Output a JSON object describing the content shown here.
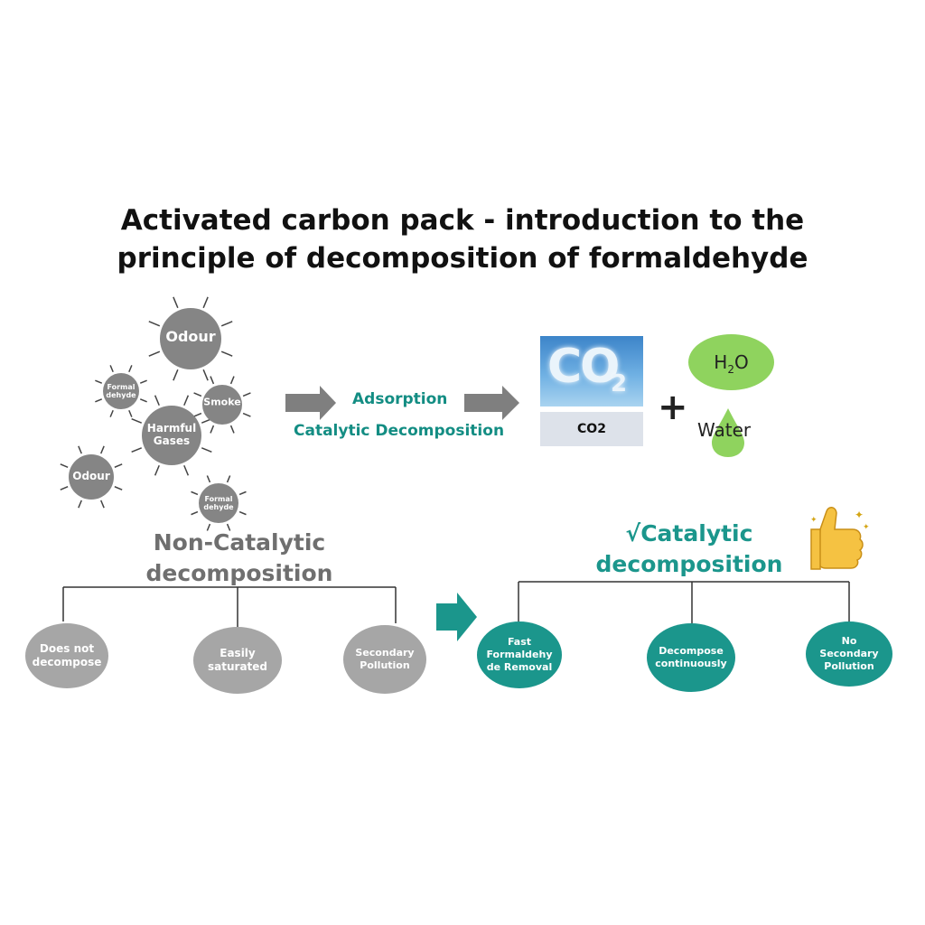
{
  "title": {
    "line1": "Activated carbon pack - introduction to the",
    "line2": "principle of decomposition of formaldehyde"
  },
  "gases": {
    "odour_large": "Odour",
    "formaldehyde_left_1": "Formal",
    "formaldehyde_left_2": "dehyde",
    "harmful_1": "Harmful",
    "harmful_2": "Gases",
    "smoke": "Smoke",
    "odour_small": "Odour",
    "formaldehyde_low_1": "Formal",
    "formaldehyde_low_2": "dehyde"
  },
  "process": {
    "adsorption": "Adsorption",
    "catalytic": "Catalytic Decomposition"
  },
  "products": {
    "co2_picture_text": "CO",
    "co2_picture_sub": "2",
    "co2_label": "CO2",
    "plus": "+",
    "h2o_main": "H",
    "h2o_sub": "2",
    "h2o_tail": "O",
    "water": "Water"
  },
  "non_catalytic": {
    "heading_1": "Non-Catalytic",
    "heading_2": "decomposition",
    "nodes": [
      {
        "l1": "Does not",
        "l2": "decompose"
      },
      {
        "l1": "Easily",
        "l2": "saturated"
      },
      {
        "l1": "Secondary",
        "l2": "Pollution"
      }
    ]
  },
  "catalytic": {
    "heading_1": "√Catalytic",
    "heading_2": "decomposition",
    "nodes": [
      {
        "l1": "Fast",
        "l2": "Formaldehy",
        "l3": "de Removal"
      },
      {
        "l1": "Decompose",
        "l2": "continuously",
        "l3": ""
      },
      {
        "l1": "No",
        "l2": "Secondary",
        "l3": "Pollution"
      }
    ]
  },
  "colors": {
    "teal": "#1b968c",
    "gray_node": "#a6a6a6",
    "gas_gray": "#858585",
    "arrow_gray": "#7f7f7f",
    "h2o_green": "#8fd35e",
    "thumb_yellow": "#f5c242"
  }
}
